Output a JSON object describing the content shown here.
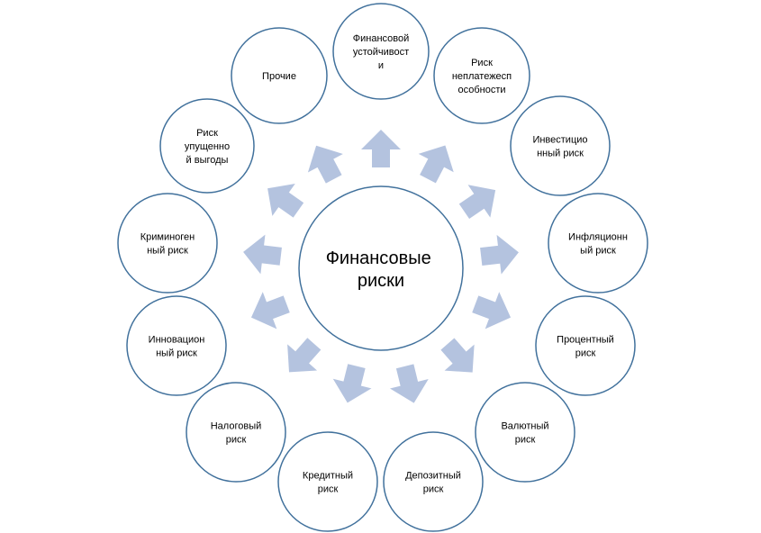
{
  "diagram": {
    "center": {
      "lines": [
        "Финансовые",
        "риски"
      ]
    },
    "nodes": [
      {
        "name": "financial-stability",
        "lines": [
          "Финансовой",
          "устойчивост",
          "и"
        ]
      },
      {
        "name": "insolvency-risk",
        "lines": [
          "Риск",
          "неплатежесп",
          "особности"
        ]
      },
      {
        "name": "investment-risk",
        "lines": [
          "Инвестицио",
          "нный риск"
        ]
      },
      {
        "name": "inflation-risk",
        "lines": [
          "Инфляционн",
          "ый риск"
        ]
      },
      {
        "name": "interest-risk",
        "lines": [
          "Процентный",
          "риск"
        ]
      },
      {
        "name": "currency-risk",
        "lines": [
          "Валютный",
          "риск"
        ]
      },
      {
        "name": "deposit-risk",
        "lines": [
          "Депозитный",
          "риск"
        ]
      },
      {
        "name": "credit-risk",
        "lines": [
          "Кредитный",
          "риск"
        ]
      },
      {
        "name": "tax-risk",
        "lines": [
          "Налоговый",
          "риск"
        ]
      },
      {
        "name": "innovation-risk",
        "lines": [
          "Инновацион",
          "ный риск"
        ]
      },
      {
        "name": "criminogenic-risk",
        "lines": [
          "Криминоген",
          "ный риск"
        ]
      },
      {
        "name": "lost-profit-risk",
        "lines": [
          "Риск",
          "упущенно",
          "й выгоды"
        ]
      },
      {
        "name": "other",
        "lines": [
          "Прочие"
        ]
      }
    ],
    "colors": {
      "circle_stroke": "#41719c",
      "arrow_fill": "#b4c3df",
      "background": "#ffffff"
    }
  }
}
